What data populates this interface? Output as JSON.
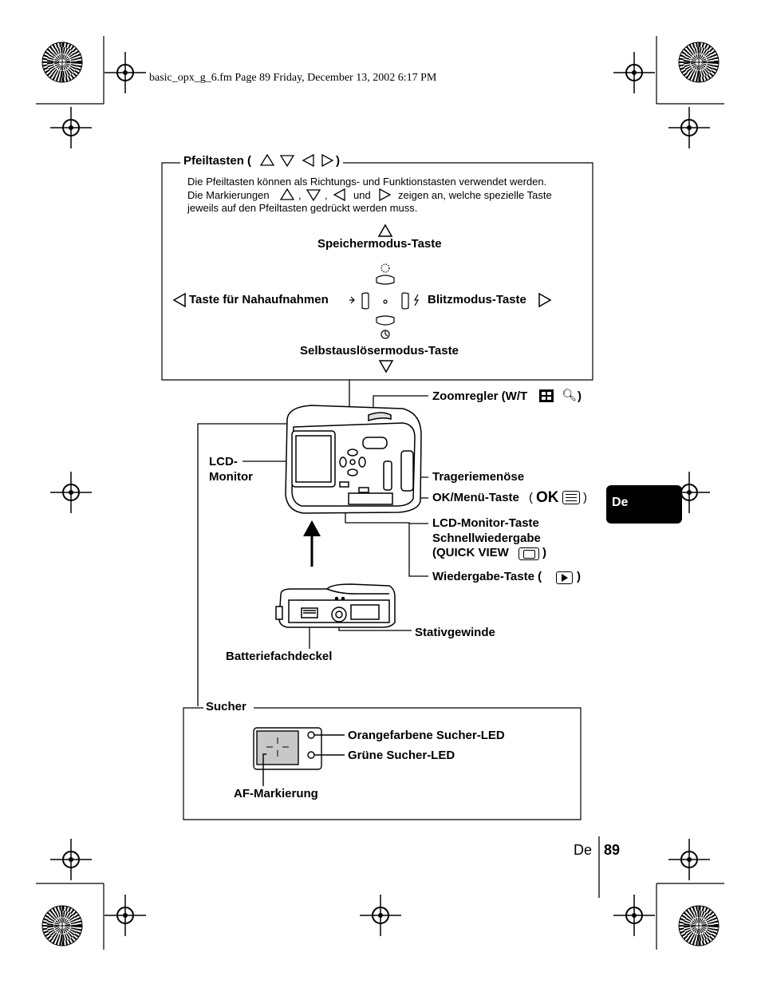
{
  "header": {
    "file_info": "basic_opx_g_6.fm  Page 89  Friday, December 13, 2002  6:17 PM"
  },
  "arrow_keys": {
    "title_prefix": "Pfeiltasten (",
    "title_suffix": ")",
    "desc_line1": "Die Pfeiltasten können als Richtungs- und Funktionstasten verwendet werden.",
    "desc_line2_a": "Die Markierungen",
    "desc_line2_sep1": ",",
    "desc_line2_sep2": ",",
    "desc_line2_und": "und",
    "desc_line2_b": "zeigen an, welche spezielle Taste",
    "desc_line3": "jeweils auf den Pfeiltasten gedrückt werden muss.",
    "up_label": "Speichermodus-Taste",
    "left_label": "Taste für Nahaufnahmen",
    "right_label": "Blitzmodus-Taste",
    "down_label": "Selbstauslösermodus-Taste"
  },
  "camera_back": {
    "zoom_label": "Zoomregler (W/T",
    "zoom_close": ")",
    "lcd_monitor_line1": "LCD-",
    "lcd_monitor_line2": "Monitor",
    "strap": "Trageriemenöse",
    "ok_menu": "OK/Menü-Taste",
    "ok_menu_open": "(",
    "ok_text": "OK",
    "ok_close": ")",
    "lcd_key_line1": "LCD-Monitor-Taste",
    "lcd_key_line2": "Schnellwiedergabe",
    "lcd_key_line3": "(QUICK VIEW",
    "lcd_key_close": ")",
    "playback": "Wiedergabe-Taste (",
    "playback_close": ")"
  },
  "camera_bottom": {
    "tripod": "Stativgewinde",
    "battery": "Batteriefachdeckel"
  },
  "viewfinder": {
    "title": "Sucher",
    "orange_led": "Orangefarbene Sucher-LED",
    "green_led": "Grüne Sucher-LED",
    "af_mark": "AF-Markierung"
  },
  "side_tab": {
    "label": "De"
  },
  "footer": {
    "lang": "De",
    "page_number": "89"
  }
}
